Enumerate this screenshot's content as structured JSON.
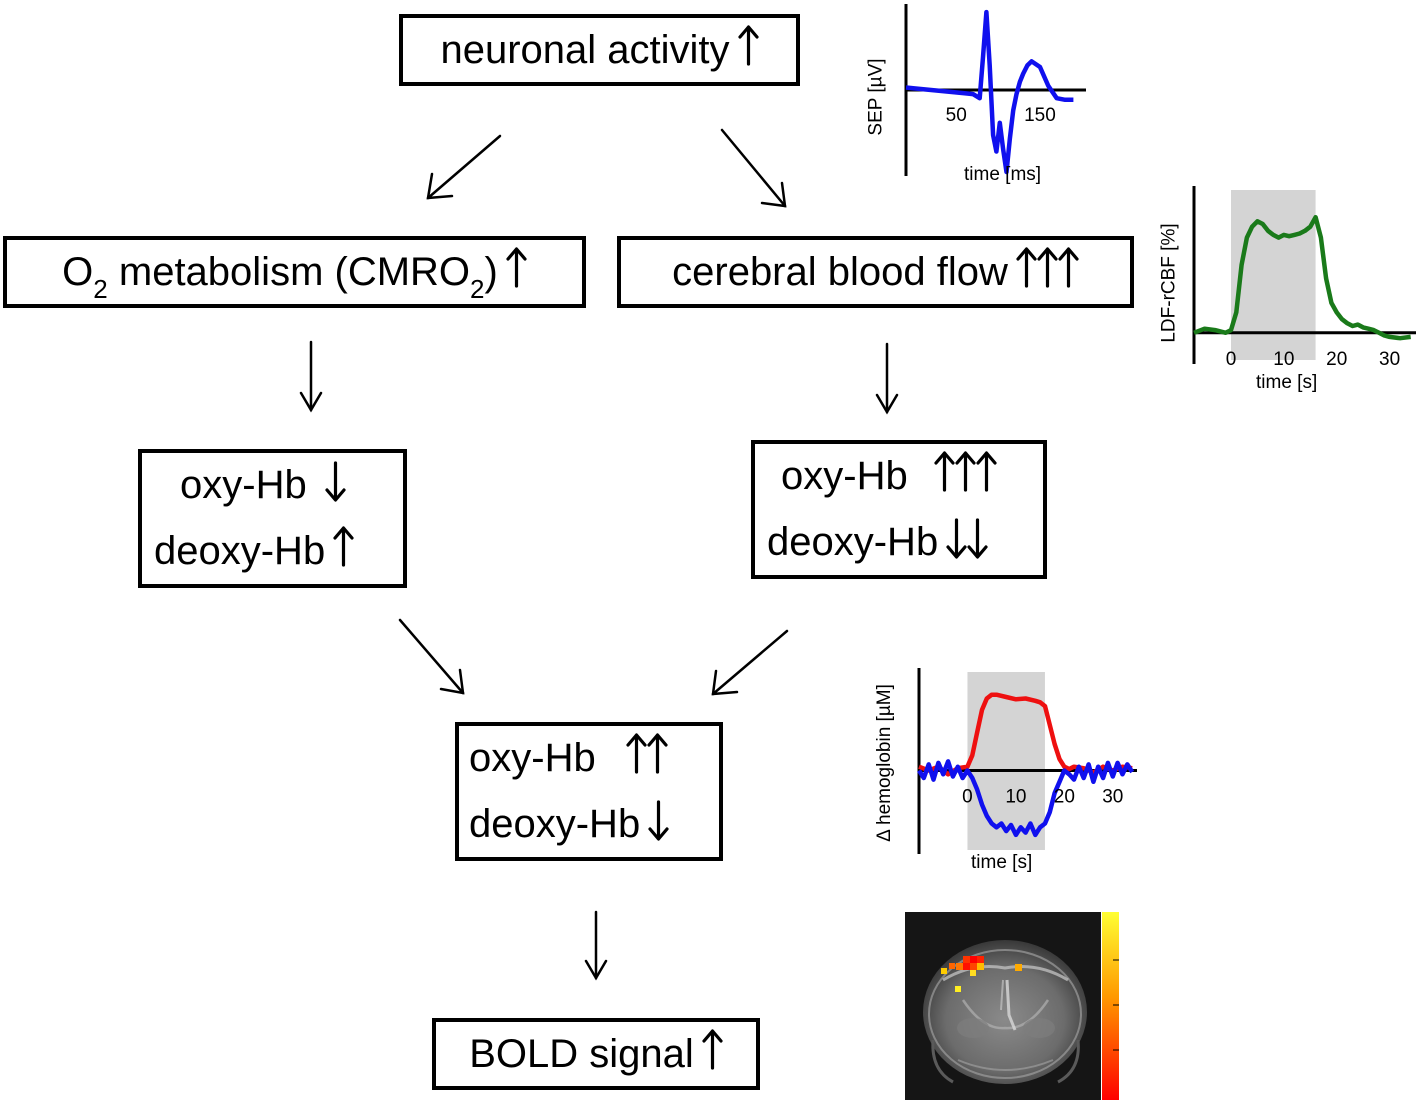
{
  "boxes": {
    "neuronal": {
      "text": "neuronal activity",
      "arrows": "↑"
    },
    "o2": {
      "prefix": "O",
      "sub1": "2",
      "mid": " metabolism (CMRO",
      "sub2": "2",
      "suffix": ")",
      "arrows": "↑"
    },
    "cbf": {
      "text": "cerebral blood flow",
      "arrows": "↑↑↑"
    },
    "left_hb": {
      "oxy": "oxy-Hb",
      "oxy_arrows": "↓",
      "deoxy": "deoxy-Hb",
      "deoxy_arrows": "↑"
    },
    "right_hb": {
      "oxy": "oxy-Hb",
      "oxy_arrows": "↑↑↑",
      "deoxy": "deoxy-Hb",
      "deoxy_arrows": "↓↓"
    },
    "center_hb": {
      "oxy": "oxy-Hb",
      "oxy_arrows": "↑↑",
      "deoxy": "deoxy-Hb",
      "deoxy_arrows": "↓"
    },
    "bold": {
      "text": "BOLD signal",
      "arrows": "↑"
    }
  },
  "chart_data": [
    {
      "type": "line",
      "ylabel": "SEP [µV]",
      "xlabel": "time [ms]",
      "xticks": [
        50,
        150
      ],
      "xlim": [
        -10,
        205
      ],
      "ylim": [
        -1.0,
        1.0
      ],
      "series": [
        {
          "color": "#1010ee",
          "x": [
            -10,
            0,
            20,
            40,
            60,
            70,
            78,
            82,
            86,
            90,
            94,
            98,
            102,
            106,
            110,
            114,
            118,
            122,
            126,
            130,
            135,
            140,
            150,
            160,
            170,
            180,
            190
          ],
          "y": [
            0.03,
            0.02,
            0.0,
            -0.02,
            -0.04,
            -0.05,
            -0.1,
            0.4,
            0.95,
            0.3,
            -0.55,
            -0.75,
            -0.4,
            -0.72,
            -1.0,
            -0.6,
            -0.25,
            -0.05,
            0.1,
            0.2,
            0.3,
            0.35,
            0.28,
            0.05,
            -0.1,
            -0.12,
            -0.12
          ]
        }
      ]
    },
    {
      "type": "line",
      "ylabel": "LDF-rCBF [%]",
      "xlabel": "time [s]",
      "xticks": [
        0,
        10,
        20,
        30
      ],
      "xlim": [
        -7,
        35
      ],
      "ylim": [
        -0.2,
        1.05
      ],
      "shaded_range": [
        0,
        16
      ],
      "series": [
        {
          "color": "#1a7a1a",
          "x": [
            -7,
            -5,
            -3,
            -1,
            0,
            1,
            2,
            3,
            4,
            5,
            6,
            7,
            8,
            9,
            10,
            11,
            12,
            13,
            14,
            15,
            16,
            17,
            18,
            19,
            20,
            21,
            22,
            23,
            24,
            25,
            26,
            27,
            28,
            29,
            30,
            32,
            34
          ],
          "y": [
            0.0,
            0.03,
            0.02,
            0.0,
            0.02,
            0.15,
            0.5,
            0.7,
            0.78,
            0.82,
            0.8,
            0.75,
            0.72,
            0.7,
            0.72,
            0.71,
            0.72,
            0.73,
            0.75,
            0.78,
            0.85,
            0.7,
            0.4,
            0.22,
            0.15,
            0.1,
            0.07,
            0.05,
            0.06,
            0.04,
            0.03,
            0.02,
            0.0,
            -0.02,
            -0.03,
            -0.04,
            -0.03
          ]
        }
      ]
    },
    {
      "type": "line",
      "ylabel": "Δ hemoglobin [µM]",
      "xlabel": "time [s]",
      "xticks": [
        0,
        10,
        20,
        30
      ],
      "xlim": [
        -10,
        35
      ],
      "ylim": [
        -1.05,
        1.3
      ],
      "shaded_range": [
        0,
        16
      ],
      "series": [
        {
          "color": "#ee1010",
          "x": [
            -10,
            -8,
            -6,
            -4,
            -2,
            0,
            1,
            2,
            3,
            4,
            5,
            6,
            8,
            10,
            12,
            14,
            15,
            16,
            17,
            18,
            19,
            20,
            21,
            22,
            24,
            26,
            28,
            30,
            32,
            34
          ],
          "y": [
            0.05,
            0.0,
            0.05,
            -0.05,
            0.03,
            0.05,
            0.2,
            0.5,
            0.8,
            0.95,
            1.0,
            1.0,
            0.97,
            0.94,
            0.95,
            0.92,
            0.9,
            0.85,
            0.6,
            0.35,
            0.15,
            0.05,
            0.02,
            0.05,
            0.03,
            -0.03,
            0.05,
            0.0,
            0.05,
            0.03
          ]
        },
        {
          "color": "#1010ee",
          "x": [
            -10,
            -9,
            -8,
            -7,
            -6,
            -5,
            -4,
            -3,
            -2,
            -1,
            0,
            1,
            2,
            3,
            4,
            5,
            6,
            7,
            8,
            9,
            10,
            11,
            12,
            13,
            14,
            15,
            16,
            17,
            18,
            19,
            20,
            21,
            22,
            23,
            24,
            25,
            26,
            27,
            28,
            29,
            30,
            31,
            32,
            33,
            34
          ],
          "y": [
            0.0,
            -0.1,
            0.08,
            -0.12,
            0.1,
            -0.05,
            0.12,
            -0.08,
            0.05,
            -0.1,
            0.0,
            -0.1,
            -0.25,
            -0.45,
            -0.6,
            -0.7,
            -0.75,
            -0.7,
            -0.8,
            -0.72,
            -0.85,
            -0.75,
            -0.82,
            -0.7,
            -0.85,
            -0.75,
            -0.7,
            -0.55,
            -0.3,
            -0.15,
            0.0,
            -0.05,
            -0.12,
            0.05,
            -0.1,
            0.08,
            -0.15,
            0.05,
            -0.1,
            0.1,
            -0.08,
            0.1,
            -0.05,
            0.08,
            -0.02
          ]
        }
      ]
    }
  ]
}
